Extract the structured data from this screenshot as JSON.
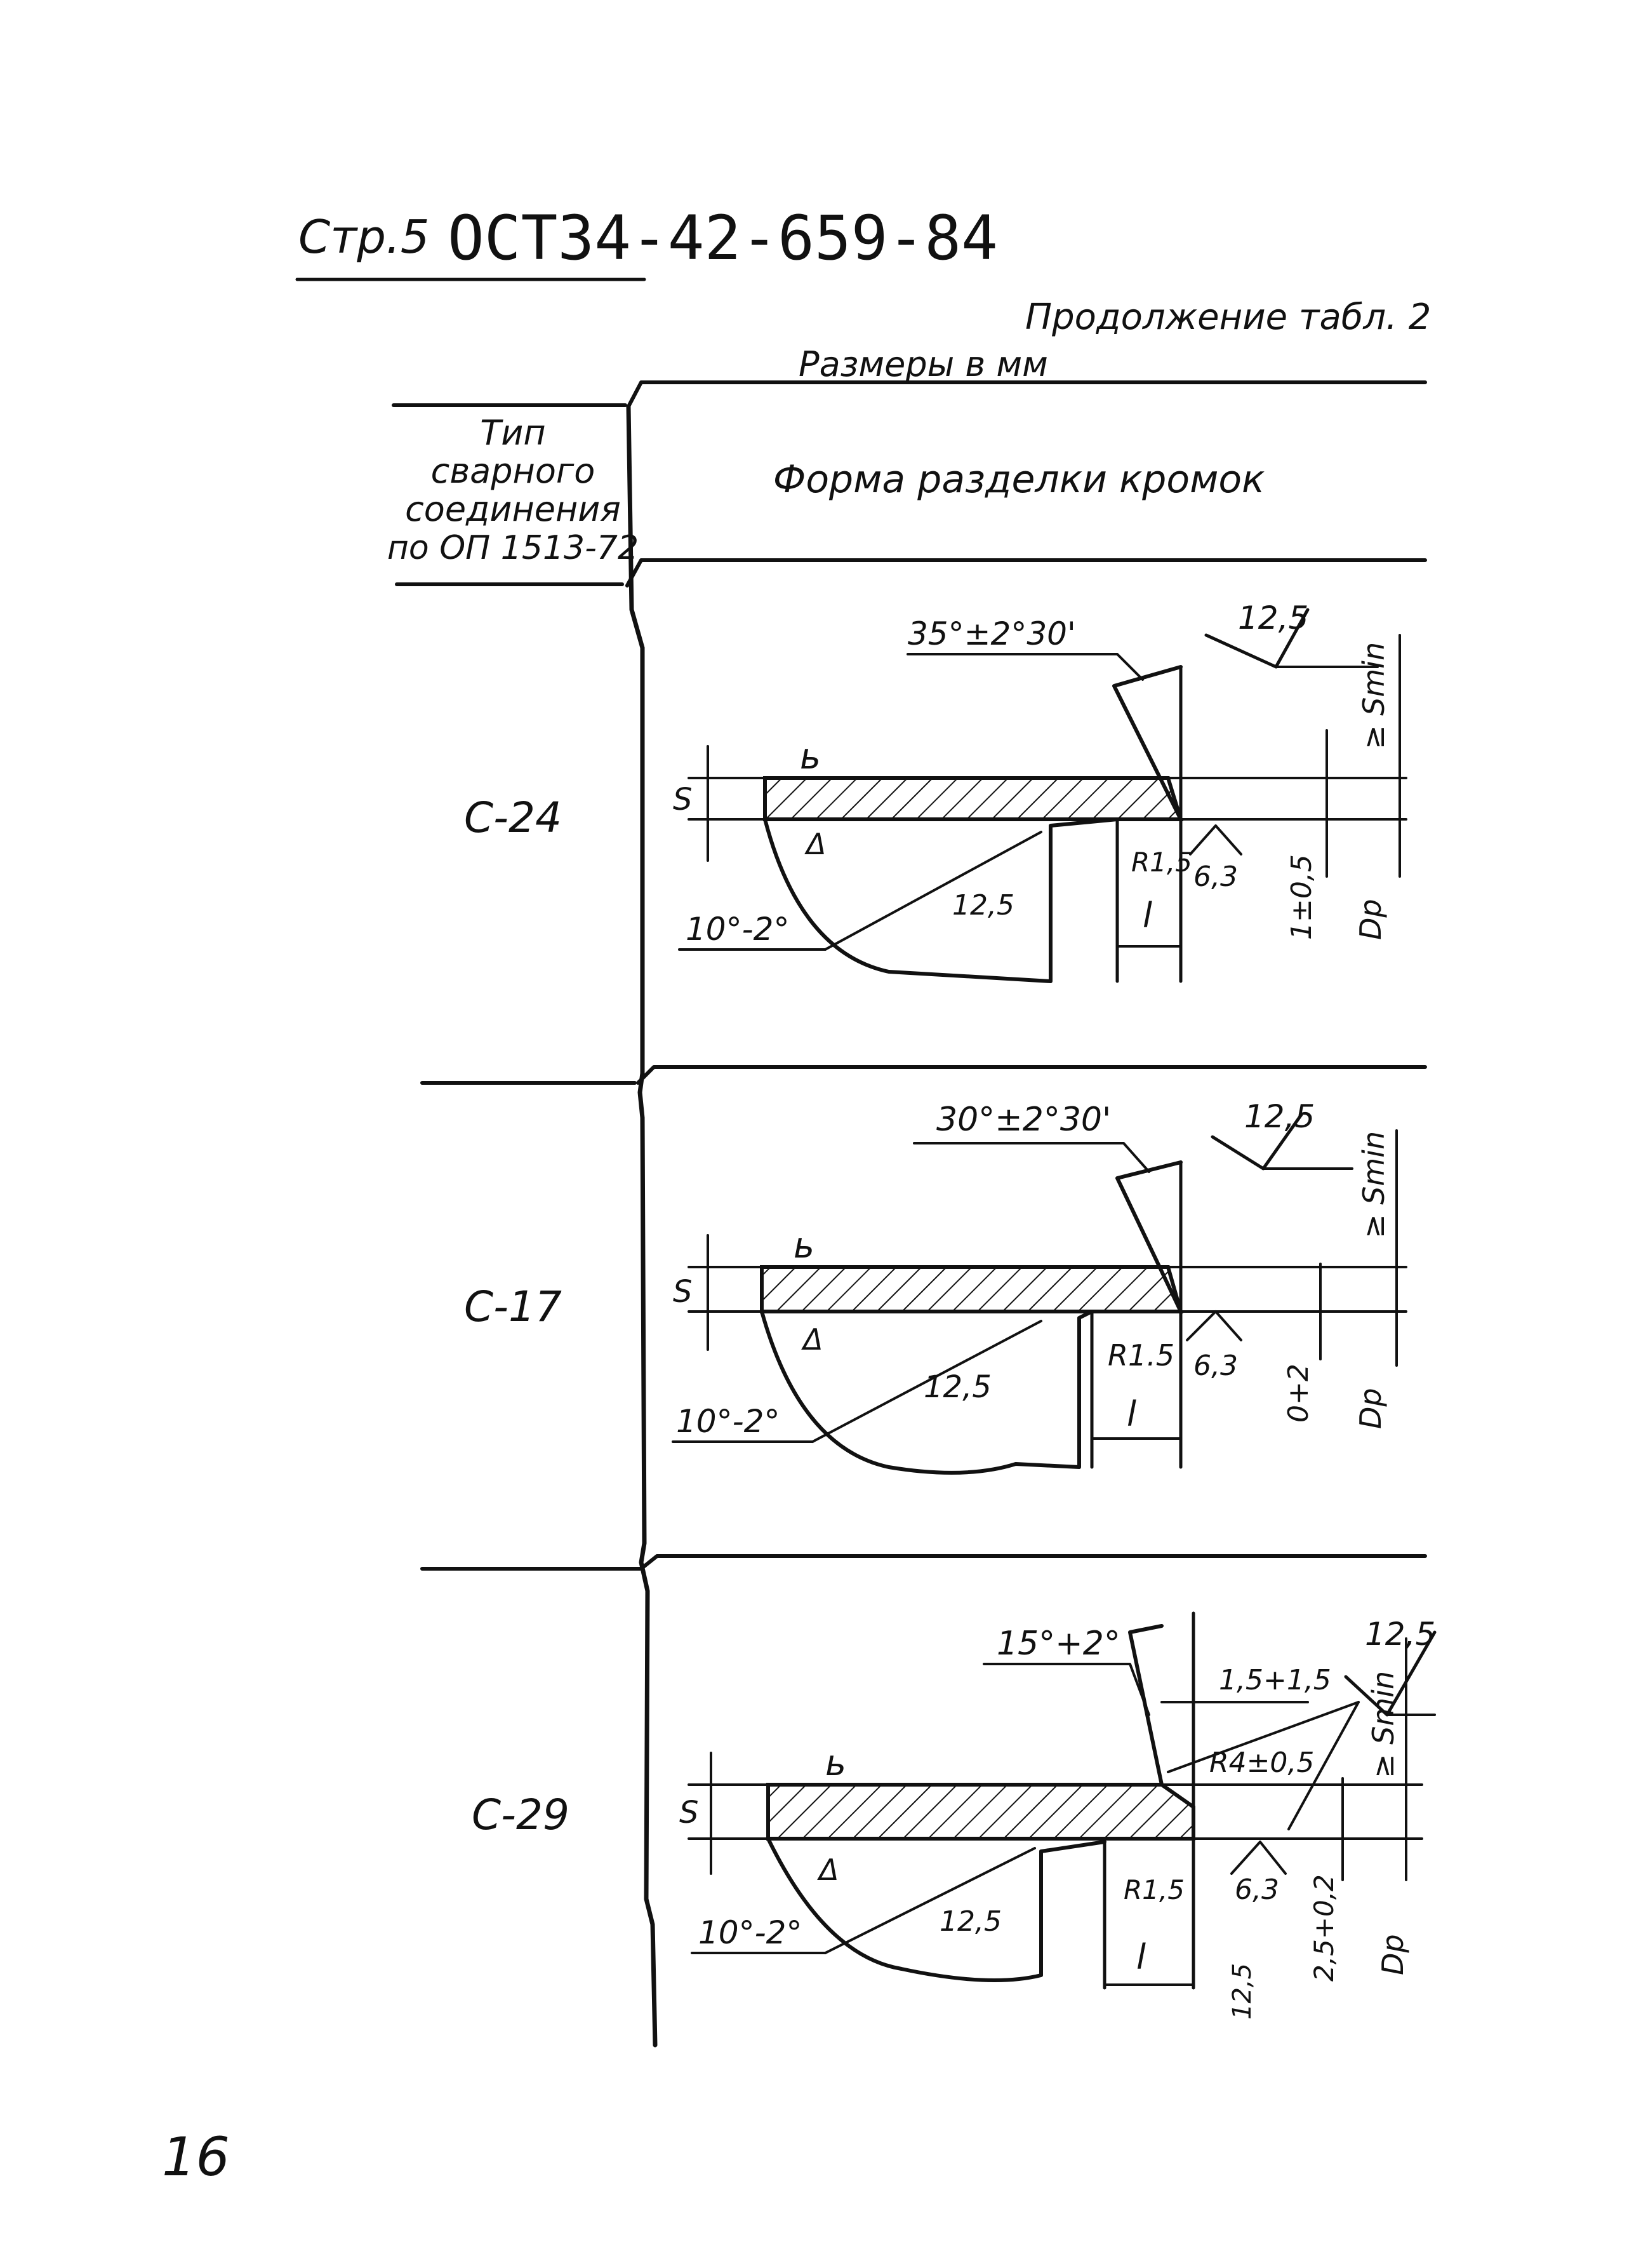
{
  "header": {
    "page_label": "Стр.5",
    "standard": "ОСТ34-42-659-84",
    "continuation": "Продолжение табл. 2",
    "units": "Размеры в мм"
  },
  "table": {
    "col1_header": [
      "Тип",
      "сварного",
      "соединения",
      "по ОП 1513-72"
    ],
    "col2_header": "Форма разделки кромок"
  },
  "rows": [
    {
      "type": "С-24",
      "bevel_angle": "35°±2°30'",
      "roughness_top": "12,5",
      "root_angle": "10°-2°",
      "roughness_inner": "12,5",
      "radius": "R1,5",
      "roughness_land": "6,3",
      "land_length": "l",
      "thickness": "S",
      "smin": "≥ Smin",
      "offset": "1±0,5",
      "dp": "Dp"
    },
    {
      "type": "С-17",
      "bevel_angle": "30°±2°30'",
      "roughness_top": "12,5",
      "root_angle": "10°-2°",
      "roughness_inner": "12,5",
      "radius": "R1.5",
      "roughness_land": "6,3",
      "land_length": "l",
      "thickness": "S",
      "smin": "≥ Smin",
      "offset": "0+2",
      "dp": "Dp"
    },
    {
      "type": "С-29",
      "bevel_angle": "15°+2°",
      "roughness_top": "12,5",
      "root_angle": "10°-2°",
      "roughness_inner": "12,5",
      "radius": "R1,5",
      "roughness_land": "6,3",
      "roughness_bottom": "12,5",
      "land_length": "l",
      "thickness": "S",
      "smin": "≥ Smin",
      "root_gap": "1,5+1,5",
      "root_radius": "R4±0,5",
      "offset": "2,5+0,2",
      "dp": "Dp"
    }
  ],
  "footer": {
    "page_number": "16"
  }
}
